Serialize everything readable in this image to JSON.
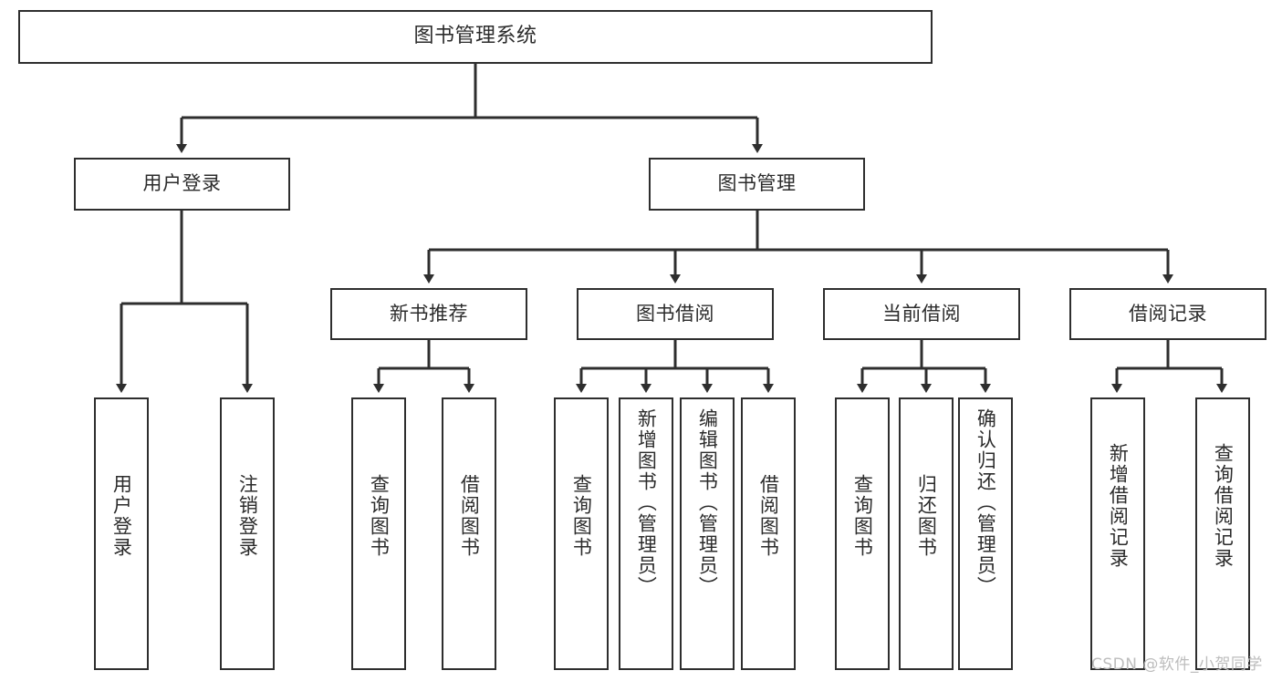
{
  "diagram": {
    "title": "图书管理系统",
    "type": "hierarchy-tree",
    "colors": {
      "box_border": "#2e2e2e",
      "box_fill": "#ffffff",
      "text": "#2b2b2b",
      "edge": "#2e2e2e",
      "watermark": "#bdbdbd",
      "background": "#ffffff"
    },
    "root": {
      "label": "图书管理系统"
    },
    "level1": [
      {
        "label": "用户登录"
      },
      {
        "label": "图书管理"
      }
    ],
    "level2": [
      {
        "label": "新书推荐"
      },
      {
        "label": "图书借阅"
      },
      {
        "label": "当前借阅"
      },
      {
        "label": "借阅记录"
      }
    ],
    "leaves": {
      "user_login": [
        {
          "label": "用户登录"
        },
        {
          "label": "注销登录"
        }
      ],
      "new_book_recommend": [
        {
          "label": "查询图书"
        },
        {
          "label": "借阅图书"
        }
      ],
      "book_borrow": [
        {
          "label": "查询图书"
        },
        {
          "label": "新增图书（管理员）"
        },
        {
          "label": "编辑图书（管理员）"
        },
        {
          "label": "借阅图书"
        }
      ],
      "current_borrow": [
        {
          "label": "查询图书"
        },
        {
          "label": "归还图书"
        },
        {
          "label": "确认归还（管理员）"
        }
      ],
      "borrow_record": [
        {
          "label": "新增借阅记录"
        },
        {
          "label": "查询借阅记录"
        }
      ]
    }
  },
  "watermark": {
    "text": "CSDN @软件_小贺同学"
  }
}
